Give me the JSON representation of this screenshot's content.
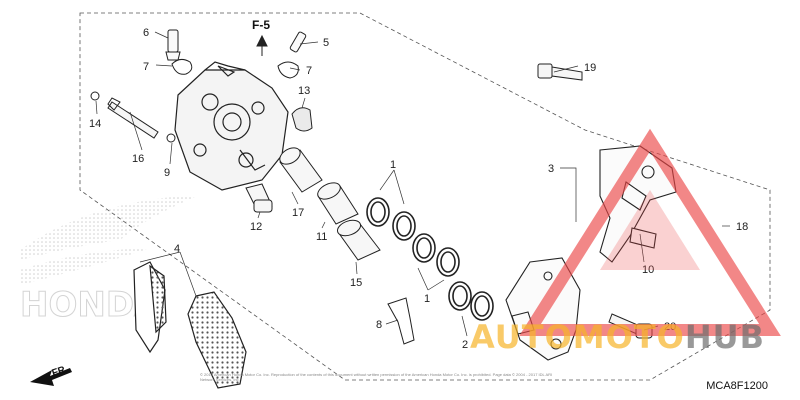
{
  "diagram": {
    "section_ref": "F-5",
    "ref_code": "MCA8F1200",
    "front_label": "FR.",
    "copyright": "© 2010 American Honda Motor Co. Inc. Reproduction of the contents of this document without written permission of the American Honda Motor Co. Inc. is prohibited. Page data © 2004 - 2017 IDL ARI Network Services, Inc.",
    "background_logo_text": "HONDA",
    "watermark": {
      "part1": "AUTO",
      "part2": "MOTO",
      "part3": "HUB"
    },
    "callouts": {
      "p1a": "1",
      "p1b": "1",
      "p2": "2",
      "p3": "3",
      "p4": "4",
      "p5": "5",
      "p6": "6",
      "p7a": "7",
      "p7b": "7",
      "p8": "8",
      "p9": "9",
      "p10": "10",
      "p11": "11",
      "p12": "12",
      "p13": "13",
      "p14": "14",
      "p15": "15",
      "p16": "16",
      "p17": "17",
      "p18": "18",
      "p19": "19",
      "p20": "20"
    }
  }
}
